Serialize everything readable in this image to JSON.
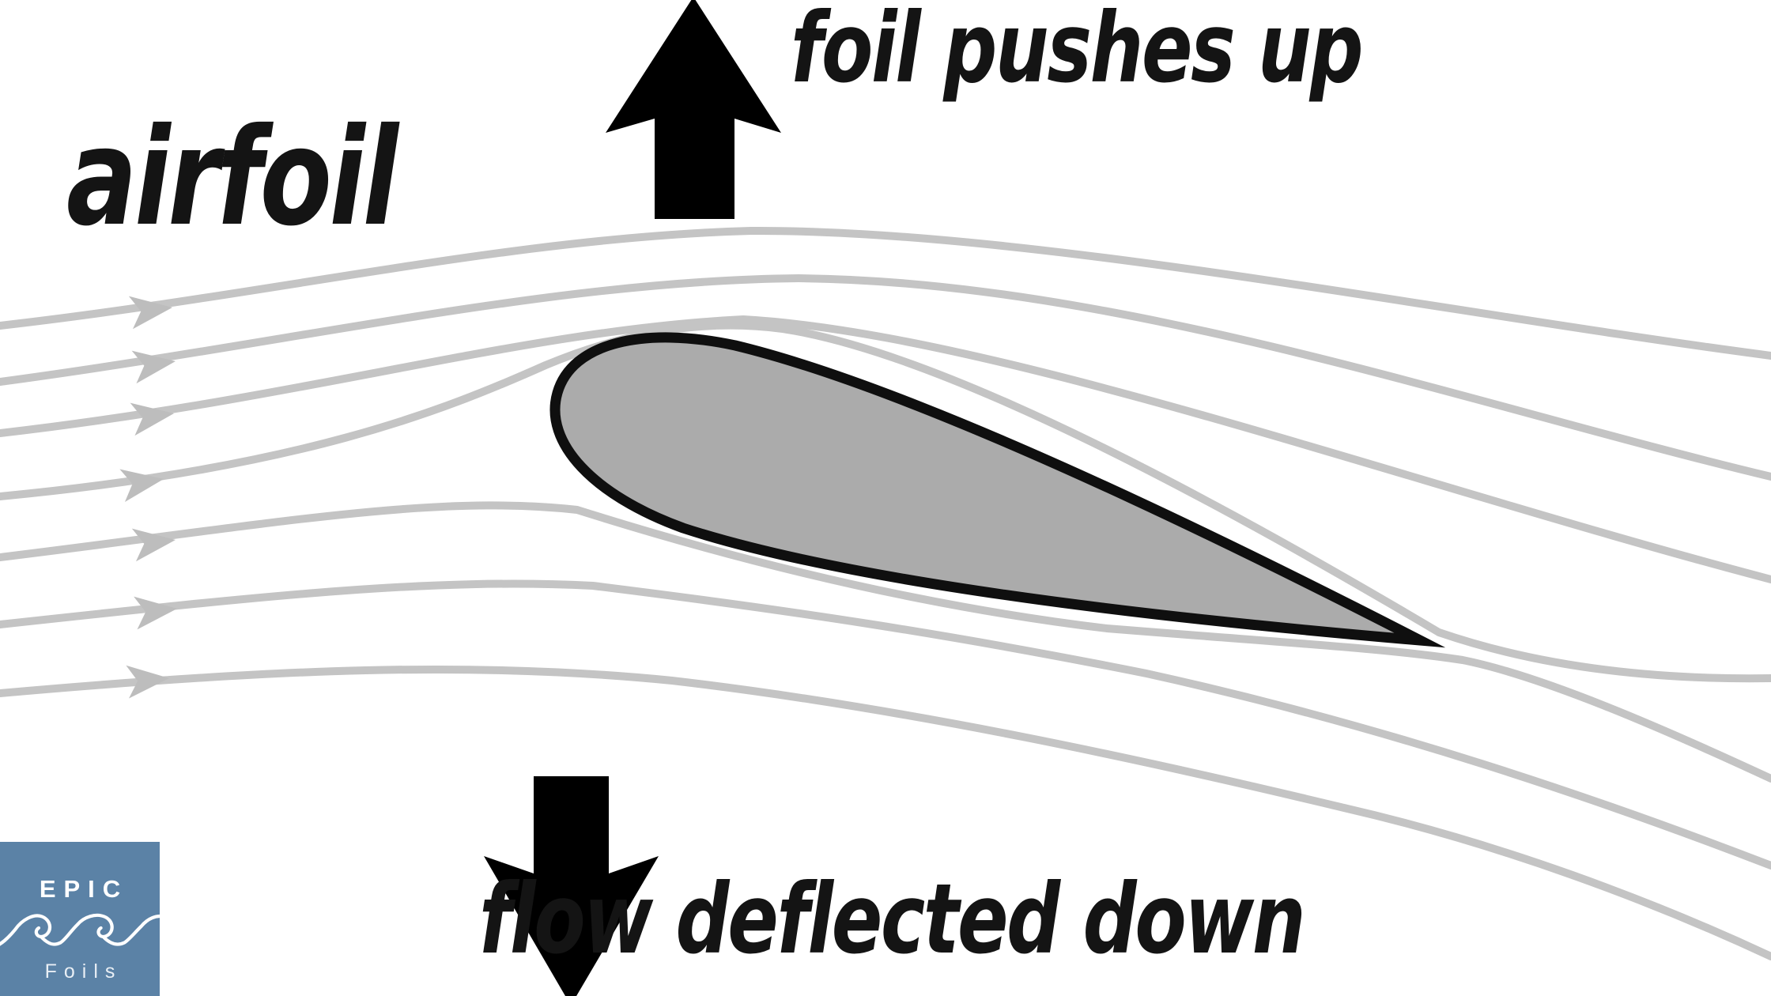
{
  "title": "Airfoil lift diagram",
  "labels": {
    "airfoil": "airfoil",
    "lift": "foil pushes up",
    "downwash": "flow deflected down"
  },
  "logo": {
    "brand": "EPIC",
    "sub": "Foils",
    "bg_color": "#5b82a6",
    "text_color": "#ffffff"
  },
  "colors": {
    "background": "#ffffff",
    "streamline": "#c4c4c4",
    "flow_arrowhead": "#bdbdbd",
    "airfoil_fill": "#ababab",
    "airfoil_outline": "#0f0f0f",
    "force_arrow": "#000000",
    "label_text": "#141414"
  },
  "diagram": {
    "streamline_count": 7,
    "flow_direction": "left-to-right",
    "forces": [
      "lift-up",
      "downwash-down"
    ]
  }
}
